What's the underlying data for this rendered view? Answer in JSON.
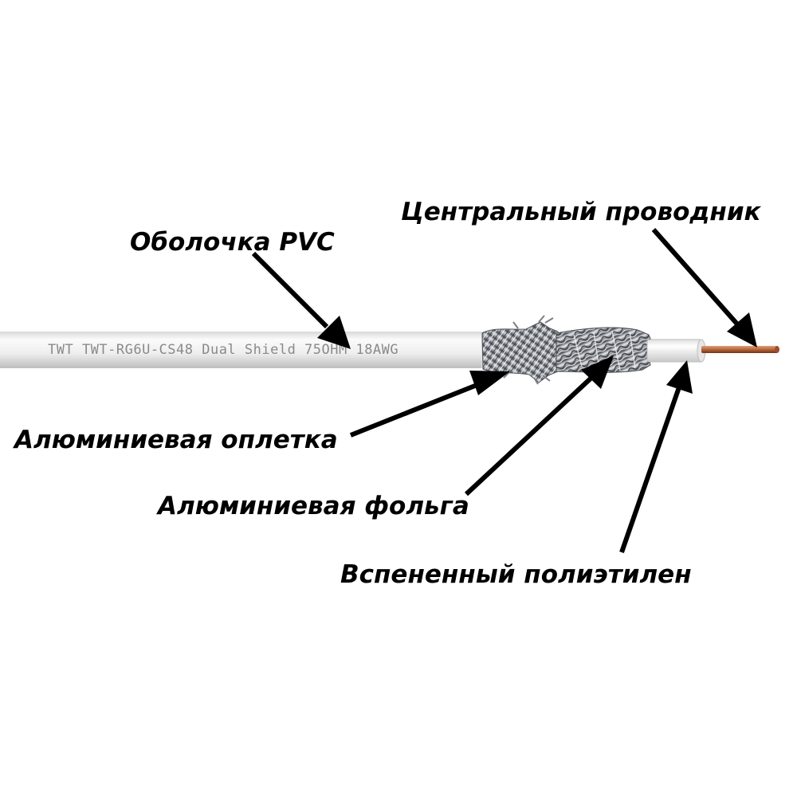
{
  "labels": {
    "jacket": "Оболочка PVC",
    "center_conductor": "Центральный проводник",
    "braid": "Алюминиевая оплетка",
    "foil": "Алюминиевая фольга",
    "dielectric": "Вспененный полиэтилен"
  },
  "cable": {
    "print": "TWT TWT-RG6U-CS48 Dual Shield 75OHM 18AWG"
  },
  "colors": {
    "jacket": "#ececec",
    "dielectric": "#f4f4f4",
    "copper": "#b8653a",
    "foil": "#b9bcc1",
    "text": "#000000"
  }
}
